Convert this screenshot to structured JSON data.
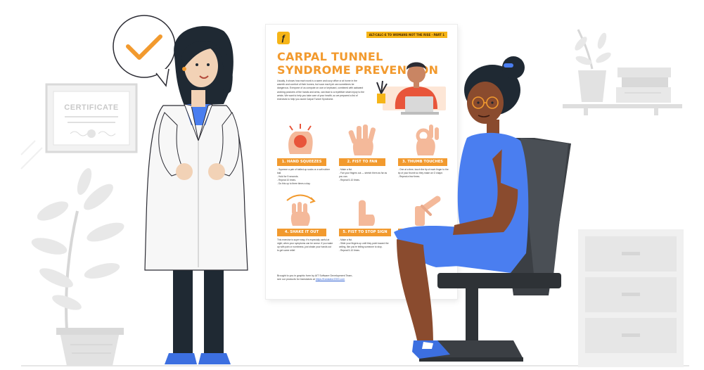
{
  "certificate": {
    "label": "CERTIFICATE"
  },
  "poster": {
    "tag": "ALT-CALC-E TO WOMANS NOT THE RISE · PART 1",
    "title_line1": "CARPAL TUNNEL",
    "title_line2": "SYNDROME PREVENTION",
    "intro": "Usually, it shows how each work is a warm and cozy office or at home in the warmth and comfort of their homes, but soon each job can sometimes be dangerous. Everyone of us compute on use or keyboard, combined with awkward working postures of the hands and arms, can lead to a repetitive strain injury to the wrists. We want to help you take care of your health, so we prepared a list of exercises to help you avoid Carpal Tunnel Syndrome.",
    "exercises": [
      {
        "title": "1. HAND SQUEEZES",
        "text": "- Squeeze a pair of balled-up socks or a soft rubber ball.\n- Hold for 5 seconds.\n- Repeat 10 times.\n- Do this up to three times a day."
      },
      {
        "title": "2. FIST TO FAN",
        "text": "- Make a fist.\n- Fan your fingers out — stretch them as far as you can.\n- Repeat 5-10 times."
      },
      {
        "title": "3. THUMB TOUCHES",
        "text": "- One at a time, touch the tip of each finger to the tip of your thumb so they make an O shape.\n- Repeat a few times."
      },
      {
        "title": "4. SHAKE IT OUT",
        "text": "This exercise is super easy. It's especially useful at night; when your symptoms can be worse. If you wake up with pain or numbness, just shake your hands out to get some relief."
      },
      {
        "title": "5. FIST TO STOP SIGN",
        "text": "- Make a fist.\n- Slide your fingers up until they point toward the ceiling, like you're telling someone to stop.\n- Repeat 5-10 times."
      },
      {
        "title": "6. WRIST FLEX",
        "text": ""
      }
    ],
    "footer_line1": "Brought to you in graphic form by AIT Software Development Team,",
    "footer_line2": "see our products for translators at",
    "footer_link": "https://translator2000.com"
  },
  "colors": {
    "accent_orange": "#f29a2e",
    "accent_yellow": "#f6b518",
    "patient_dress": "#4a7ef0",
    "chair": "#3b3f44",
    "check": "#f29a2e"
  }
}
